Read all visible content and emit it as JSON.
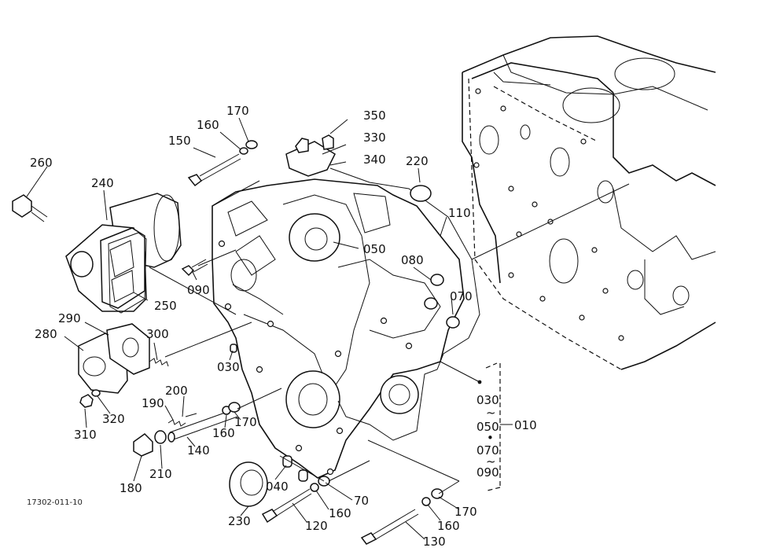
{
  "drawing_code": "17302-011-10",
  "group_bracket": {
    "items": [
      "030",
      "~",
      "050",
      "•",
      "070",
      "~",
      "090"
    ],
    "ref": "010"
  },
  "labels": [
    {
      "id": "l350",
      "text": "350"
    },
    {
      "id": "l330",
      "text": "330"
    },
    {
      "id": "l340",
      "text": "340"
    },
    {
      "id": "l170a",
      "text": "170"
    },
    {
      "id": "l160a",
      "text": "160"
    },
    {
      "id": "l150",
      "text": "150"
    },
    {
      "id": "l260",
      "text": "260"
    },
    {
      "id": "l240",
      "text": "240"
    },
    {
      "id": "l220",
      "text": "220"
    },
    {
      "id": "l110",
      "text": "110"
    },
    {
      "id": "l050",
      "text": "050"
    },
    {
      "id": "l080",
      "text": "080"
    },
    {
      "id": "l070",
      "text": "070"
    },
    {
      "id": "l090",
      "text": "090"
    },
    {
      "id": "l250",
      "text": "250"
    },
    {
      "id": "l290",
      "text": "290"
    },
    {
      "id": "l300",
      "text": "300"
    },
    {
      "id": "l280",
      "text": "280"
    },
    {
      "id": "l030",
      "text": "030"
    },
    {
      "id": "l200",
      "text": "200"
    },
    {
      "id": "l190",
      "text": "190"
    },
    {
      "id": "l320",
      "text": "320"
    },
    {
      "id": "l310",
      "text": "310"
    },
    {
      "id": "l160b",
      "text": "160"
    },
    {
      "id": "l170b",
      "text": "170"
    },
    {
      "id": "l140",
      "text": "140"
    },
    {
      "id": "l210",
      "text": "210"
    },
    {
      "id": "l180",
      "text": "180"
    },
    {
      "id": "l040",
      "text": "040"
    },
    {
      "id": "l070b",
      "text": "70"
    },
    {
      "id": "l160c",
      "text": "160"
    },
    {
      "id": "l230",
      "text": "230"
    },
    {
      "id": "l120",
      "text": "120"
    },
    {
      "id": "l170c",
      "text": "170"
    },
    {
      "id": "l160d",
      "text": "160"
    },
    {
      "id": "l130",
      "text": "130"
    }
  ]
}
